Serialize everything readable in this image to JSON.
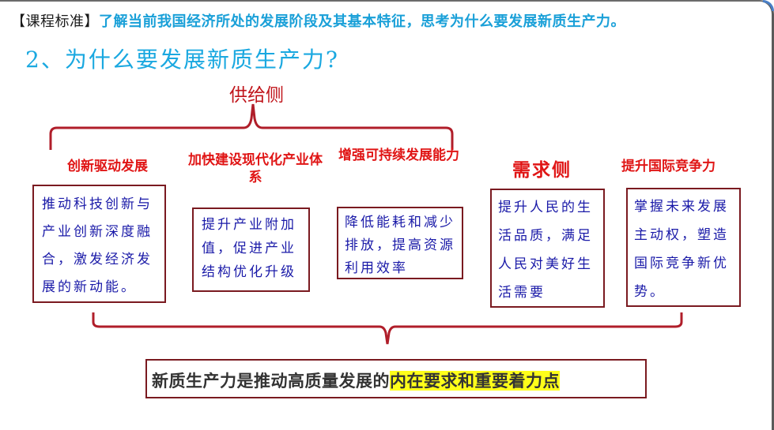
{
  "standard": {
    "tag": "【课程标准】",
    "text": "了解当前我国经济所处的发展阶段及其基本特征，思考为什么要发展新质生产力。"
  },
  "title": "2、为什么要发展新质生产力?",
  "supply_side": {
    "label": "供给侧",
    "items": [
      {
        "heading": "创新驱动发展",
        "body": "推动科技创新与产业创新深度融合，激发经济发展的新动能。"
      },
      {
        "heading": "加快建设现代化产业体系",
        "body": "提升产业附加值，促进产业结构优化升级"
      },
      {
        "heading": "增强可持续发展能力",
        "body": "降低能耗和减少排放，提高资源利用效率"
      }
    ]
  },
  "demand_side": {
    "label": "需求侧",
    "body": "提升人民的生活品质，满足人民对美好生活需要"
  },
  "international": {
    "heading": "提升国际竞争力",
    "body": "掌握未来发展主动权，塑造国际竞争新优势。"
  },
  "conclusion": {
    "plain": "新质生产力是推动高质量发展的",
    "highlighted": "内在要求和重要着力点"
  },
  "colors": {
    "standard_text": "#1aa0d8",
    "title": "#1aa8e0",
    "heading_red": "#e01515",
    "box_border": "#7a1a20",
    "box_text": "#1a1aa8",
    "highlight": "#ffff1a"
  }
}
